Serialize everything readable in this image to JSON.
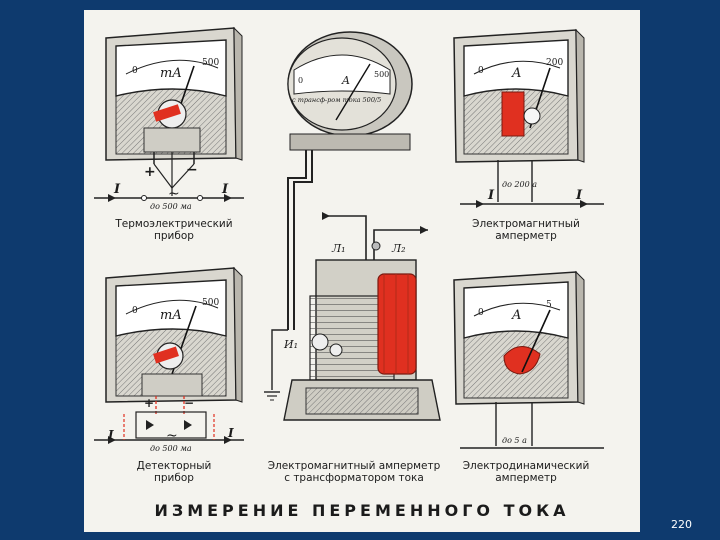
{
  "title": "ИЗМЕРЕНИЕ ПЕРЕМЕННОГО ТОКА",
  "page_number": "220",
  "colors": {
    "slide_bg": "#0e3a6e",
    "plate_bg": "#f4f3ee",
    "coil_red": "#e03020",
    "ink": "#1b1b1b"
  },
  "panels": {
    "thermo": {
      "caption": [
        "Термоэлектрический",
        "прибор"
      ],
      "meter_unit": "mA",
      "scale_min": "0",
      "scale_max": "500",
      "plus": "+",
      "minus": "−",
      "current": "I",
      "tilde": "~",
      "range": "до 500 ма"
    },
    "electromagnetic": {
      "caption": [
        "Электромагнитный",
        "амперметр"
      ],
      "meter_unit": "A",
      "scale_min": "0",
      "scale_max": "200",
      "current": "I",
      "range": "до 200 а"
    },
    "detector": {
      "caption": [
        "Детекторный",
        "прибор"
      ],
      "meter_unit": "mA",
      "scale_min": "0",
      "scale_max": "500",
      "plus": "+",
      "minus": "−",
      "current": "I",
      "tilde": "~",
      "range": "до 500 ма"
    },
    "electrodynamic": {
      "caption": [
        "Электродинамический",
        "амперметр"
      ],
      "meter_unit": "A",
      "scale_min": "0",
      "scale_max": "5",
      "range": "до 5 а"
    },
    "transformer": {
      "caption": [
        "Электромагнитный амперметр",
        "с трансформатором тока"
      ],
      "meter_unit": "A",
      "scale_min": "0",
      "scale_max": "500",
      "dial_text": "с трансф-ром тока 500/5",
      "l1": "Л₁",
      "l2": "Л₂",
      "i1": "И₁"
    }
  }
}
